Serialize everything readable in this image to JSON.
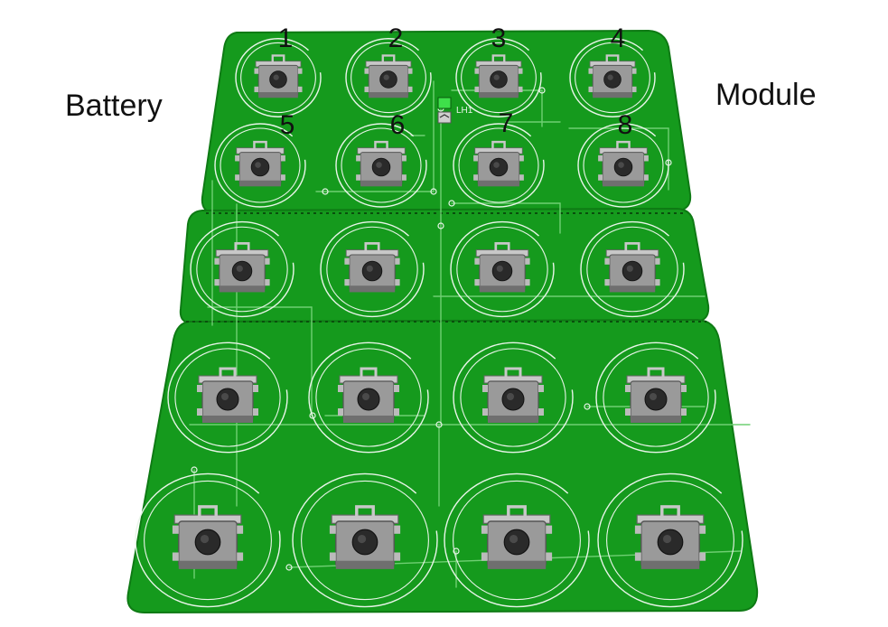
{
  "labels": {
    "left": "Battery",
    "right": "Module"
  },
  "button_numbers": [
    "1",
    "2",
    "3",
    "4",
    "5",
    "6",
    "7",
    "8"
  ],
  "component_designator": "LH1",
  "colors": {
    "pcb": "#159a1d",
    "pcb_edge": "#0e7a14",
    "trace": "#6fcf73",
    "silkscreen": "#e9f5e9",
    "switch_body": "#9a9a9a",
    "switch_plunger": "#2a2a2a",
    "led": "#3ee04a"
  },
  "icons": {
    "switch": "tactile-push-button-icon",
    "led": "smd-led-icon"
  }
}
